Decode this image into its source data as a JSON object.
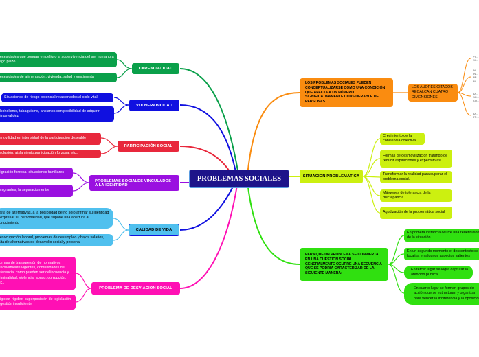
{
  "central": {
    "title": "PROBLEMAS SOCIALES"
  },
  "left": {
    "carencialidad": {
      "label": "CARENCIALIDAD",
      "items": [
        "Necesidades que pongan en peligro la supervivencia del ser humano a largo plazo",
        "Necesidades de alimentación, vivienda, salud y vestimenta"
      ]
    },
    "vulnerabilidad": {
      "label": "VULNERABILIDAD",
      "items": [
        "Situaciones de riesgo potencial relacionados al ciclo vital",
        "Alcoholismo, tabaquismo, ancianos con posibilidad de adquirir minusvalidez"
      ]
    },
    "participacion": {
      "label": "PARTICIPACIÓN SOCIAL",
      "items": [
        "Inmovilidad en intensidad de la participación deseable",
        "Exclusión, aislamiento,participación forzosa, etc.."
      ]
    },
    "identidad": {
      "label": "PROBLEMAS SOCIALES VINCULADOS A LA IDENTIDAD",
      "items": [
        "Migración forzosa, situaciones familiares",
        "Emigrantes, la separacion entre"
      ]
    },
    "calidad": {
      "label": "CALIDAD DE VIDA",
      "items": [
        "Falta de alternativas, a la posibilidad de no sólo afirmar su identidad y expresar su personalidad, que supone una apertura al conocimiento",
        "Desocupación laboral, problemas de desempleo y bajos salarios, falta de alternativas de desarrollo social y personal"
      ]
    },
    "desviacion": {
      "label": "PROBLEMA DE DESVIACIÓN SOCIAL",
      "items": [
        "Formas de transgresión de normativos efectivamente vigentes, comunidades de referencia, como pueden ser delincuencia y criminalidad, violencia, abuso, corrupción, etc..",
        "Rigidez, rigidez, superposición de legislación y gestión insuficiente"
      ]
    }
  },
  "right": {
    "condicion": {
      "label": "LOS PROBLEMAS SOCIALES PUEDEN CONCEPTUALIZARSE COMO UNA CONDICIÓN QUE AFECTA A UN NÚMERO SIGNIFICATIVAMENTE CONSIDERABLE DE PERSONAS.",
      "child": "LOS AUORES CITADOS RECALCAN CUATRO DIMENSIONES.",
      "tiny": [
        "VI... SI...",
        "DI... IN... PR... PI...",
        "LA... SO... CO...",
        "LA... PR..."
      ]
    },
    "situacion": {
      "label": "SITUACIÓN PROBLEMÁTICA",
      "items": [
        "Crecimiento de la conciencia colectiva.",
        "Formas de desmovilización tratando de reducir aspiraciones y expectativas",
        "Transformar la realidad para superar el problema social.",
        "Márgenes de tolerancia de la discrepancia.",
        "Agudización de la problemática social"
      ]
    },
    "secuencia": {
      "label": "PARA QUE UN PROBLEMA SE CONVIERTA EN UNA CUESTION SOCIAL GENERALMENTE OCURRE UNA SECUENCIA QUE SE PODRÍA CARACTERIZAR DE LA SIGUIENTE MANERA:",
      "items": [
        "En primera instancia ocurre una redefinición de la situación",
        "En un segundo momento el descontento se focaliza en algunos aspectos salientes",
        "En tercer lugar se logra capturar la atención pública",
        "En cuarto lugar se forman grupos de acción que se estructuran y organizan para vencer la indiferencia y la oposición"
      ]
    }
  },
  "colors": {
    "central": "#1e148a",
    "green": "#0aa04a",
    "blue": "#1010e0",
    "red": "#e8283c",
    "purple": "#9a10e0",
    "cyan": "#50c0ee",
    "magenta": "#ff10b4",
    "orange": "#fa8c10",
    "lime": "#ccf010",
    "bright-green": "#30e010"
  }
}
